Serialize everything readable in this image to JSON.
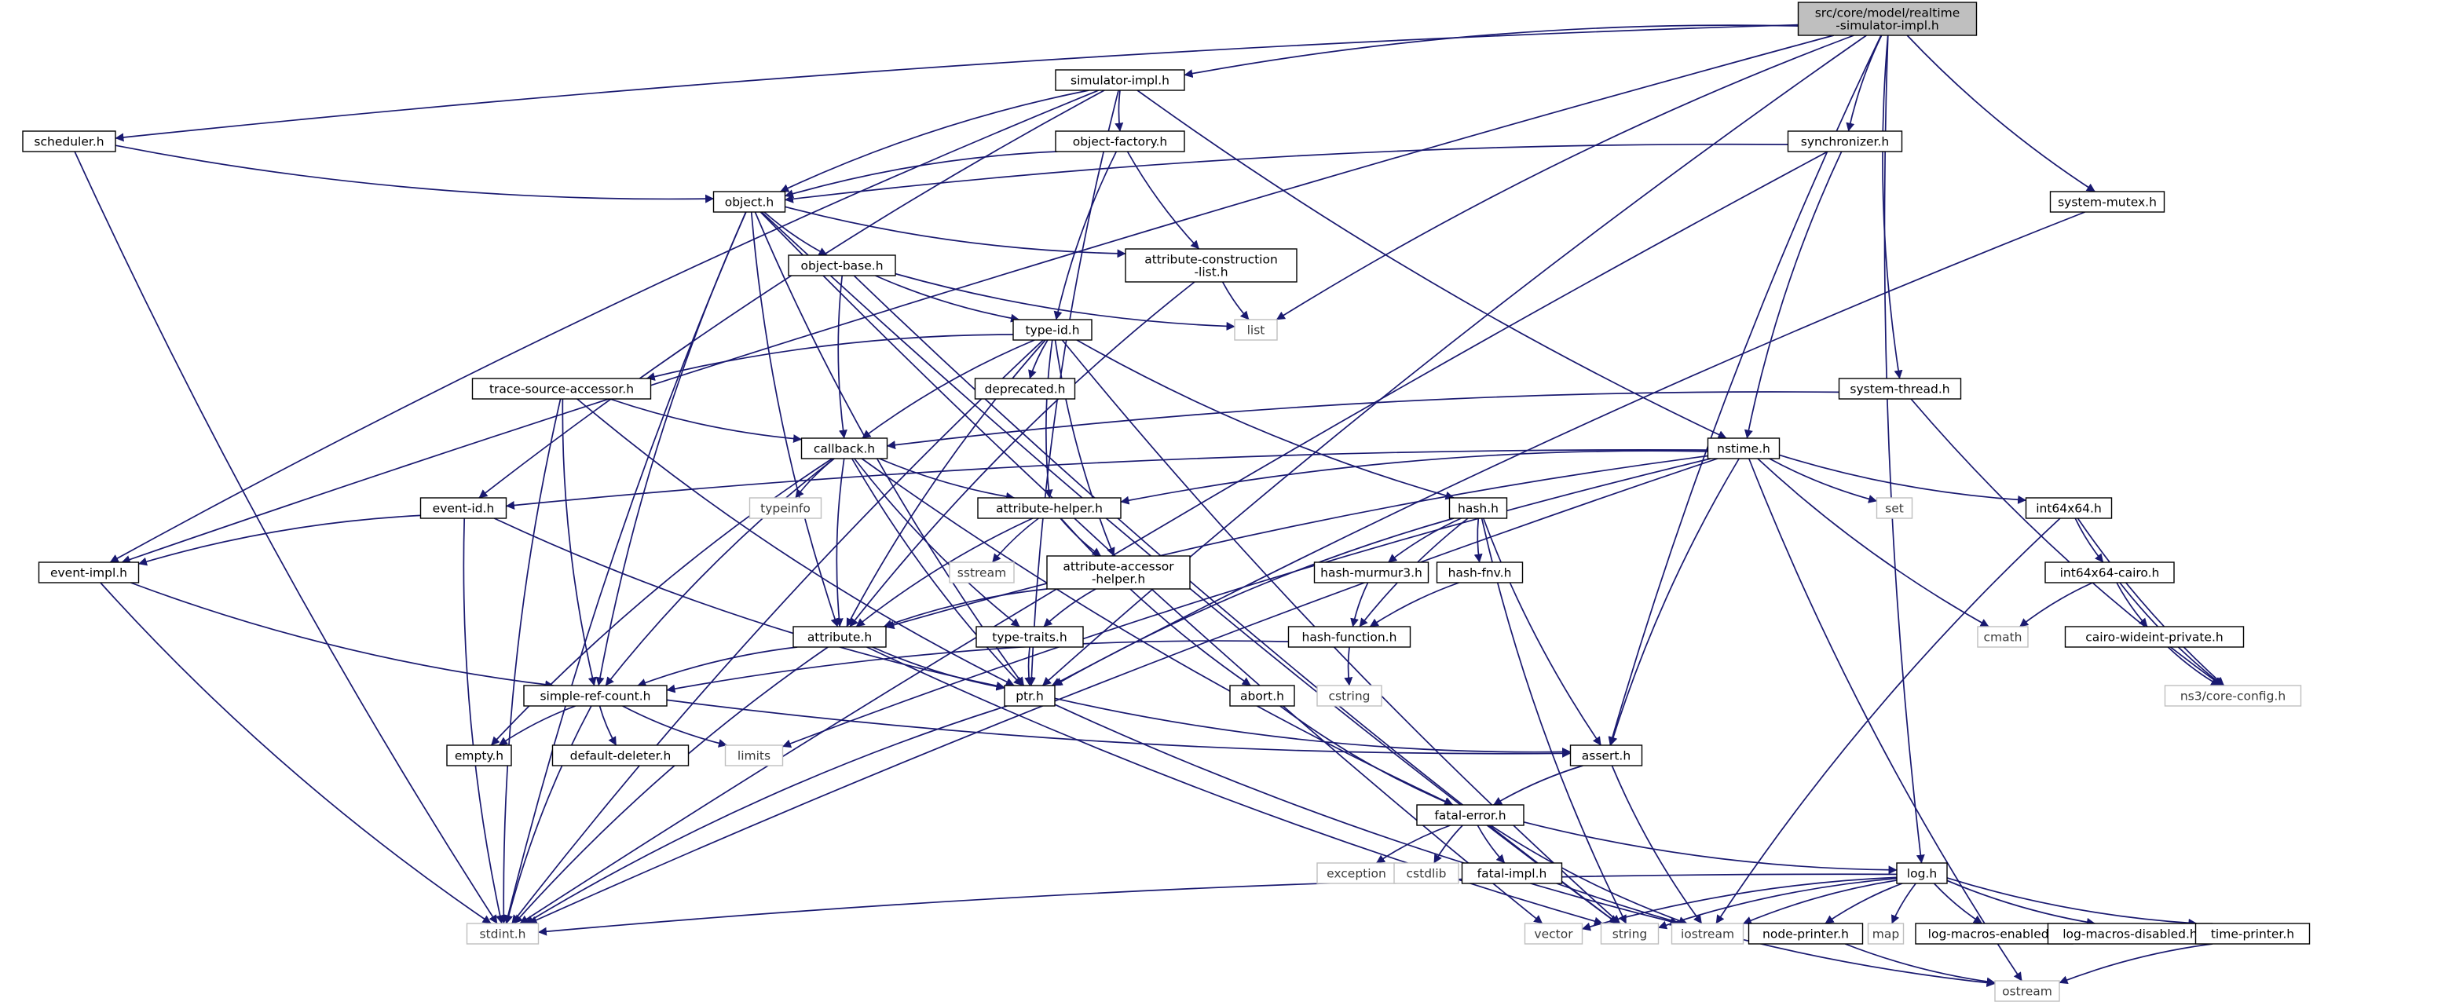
{
  "graph": {
    "edge_color": "#191970",
    "root_fill": "#bfbfbf",
    "node_fill": "#ffffff",
    "system_border": "#bfbfbf",
    "nodes": [
      {
        "id": "root",
        "lines": [
          "src/core/model/realtime",
          "-simulator-impl.h"
        ],
        "kind": "root"
      },
      {
        "id": "simulator-impl.h",
        "lines": [
          "simulator-impl.h"
        ]
      },
      {
        "id": "scheduler.h",
        "lines": [
          "scheduler.h"
        ]
      },
      {
        "id": "object-factory.h",
        "lines": [
          "object-factory.h"
        ]
      },
      {
        "id": "synchronizer.h",
        "lines": [
          "synchronizer.h"
        ]
      },
      {
        "id": "object.h",
        "lines": [
          "object.h"
        ]
      },
      {
        "id": "system-mutex.h",
        "lines": [
          "system-mutex.h"
        ]
      },
      {
        "id": "object-base.h",
        "lines": [
          "object-base.h"
        ]
      },
      {
        "id": "attribute-construction-list.h",
        "lines": [
          "attribute-construction",
          "-list.h"
        ]
      },
      {
        "id": "list",
        "lines": [
          "list"
        ],
        "kind": "system"
      },
      {
        "id": "type-id.h",
        "lines": [
          "type-id.h"
        ]
      },
      {
        "id": "trace-source-accessor.h",
        "lines": [
          "trace-source-accessor.h"
        ]
      },
      {
        "id": "deprecated.h",
        "lines": [
          "deprecated.h"
        ]
      },
      {
        "id": "system-thread.h",
        "lines": [
          "system-thread.h"
        ]
      },
      {
        "id": "callback.h",
        "lines": [
          "callback.h"
        ]
      },
      {
        "id": "nstime.h",
        "lines": [
          "nstime.h"
        ]
      },
      {
        "id": "event-id.h",
        "lines": [
          "event-id.h"
        ]
      },
      {
        "id": "typeinfo",
        "lines": [
          "typeinfo"
        ],
        "kind": "system"
      },
      {
        "id": "attribute-helper.h",
        "lines": [
          "attribute-helper.h"
        ]
      },
      {
        "id": "hash.h",
        "lines": [
          "hash.h"
        ]
      },
      {
        "id": "set",
        "lines": [
          "set"
        ],
        "kind": "system"
      },
      {
        "id": "int64x64.h",
        "lines": [
          "int64x64.h"
        ]
      },
      {
        "id": "event-impl.h",
        "lines": [
          "event-impl.h"
        ]
      },
      {
        "id": "sstream",
        "lines": [
          "sstream"
        ],
        "kind": "system"
      },
      {
        "id": "attribute-accessor-helper.h",
        "lines": [
          "attribute-accessor",
          "-helper.h"
        ]
      },
      {
        "id": "hash-murmur3.h",
        "lines": [
          "hash-murmur3.h"
        ]
      },
      {
        "id": "hash-fnv.h",
        "lines": [
          "hash-fnv.h"
        ]
      },
      {
        "id": "int64x64-cairo.h",
        "lines": [
          "int64x64-cairo.h"
        ]
      },
      {
        "id": "attribute.h",
        "lines": [
          "attribute.h"
        ]
      },
      {
        "id": "type-traits.h",
        "lines": [
          "type-traits.h"
        ]
      },
      {
        "id": "hash-function.h",
        "lines": [
          "hash-function.h"
        ]
      },
      {
        "id": "cmath",
        "lines": [
          "cmath"
        ],
        "kind": "system"
      },
      {
        "id": "cairo-wideint-private.h",
        "lines": [
          "cairo-wideint-private.h"
        ]
      },
      {
        "id": "simple-ref-count.h",
        "lines": [
          "simple-ref-count.h"
        ]
      },
      {
        "id": "ptr.h",
        "lines": [
          "ptr.h"
        ]
      },
      {
        "id": "abort.h",
        "lines": [
          "abort.h"
        ]
      },
      {
        "id": "cstring",
        "lines": [
          "cstring"
        ],
        "kind": "system"
      },
      {
        "id": "ns3/core-config.h",
        "lines": [
          "ns3/core-config.h"
        ],
        "kind": "system"
      },
      {
        "id": "empty.h",
        "lines": [
          "empty.h"
        ]
      },
      {
        "id": "default-deleter.h",
        "lines": [
          "default-deleter.h"
        ]
      },
      {
        "id": "limits",
        "lines": [
          "limits"
        ],
        "kind": "system"
      },
      {
        "id": "assert.h",
        "lines": [
          "assert.h"
        ]
      },
      {
        "id": "fatal-error.h",
        "lines": [
          "fatal-error.h"
        ]
      },
      {
        "id": "exception",
        "lines": [
          "exception"
        ],
        "kind": "system"
      },
      {
        "id": "cstdlib",
        "lines": [
          "cstdlib"
        ],
        "kind": "system"
      },
      {
        "id": "fatal-impl.h",
        "lines": [
          "fatal-impl.h"
        ]
      },
      {
        "id": "log.h",
        "lines": [
          "log.h"
        ]
      },
      {
        "id": "stdint.h",
        "lines": [
          "stdint.h"
        ],
        "kind": "system"
      },
      {
        "id": "vector",
        "lines": [
          "vector"
        ],
        "kind": "system"
      },
      {
        "id": "string",
        "lines": [
          "string"
        ],
        "kind": "system"
      },
      {
        "id": "iostream",
        "lines": [
          "iostream"
        ],
        "kind": "system"
      },
      {
        "id": "node-printer.h",
        "lines": [
          "node-printer.h"
        ]
      },
      {
        "id": "map",
        "lines": [
          "map"
        ],
        "kind": "system"
      },
      {
        "id": "log-macros-enabled.h",
        "lines": [
          "log-macros-enabled.h"
        ]
      },
      {
        "id": "log-macros-disabled.h",
        "lines": [
          "log-macros-disabled.h"
        ]
      },
      {
        "id": "time-printer.h",
        "lines": [
          "time-printer.h"
        ]
      },
      {
        "id": "ostream",
        "lines": [
          "ostream"
        ],
        "kind": "system"
      }
    ],
    "edges": [
      [
        "root",
        "simulator-impl.h"
      ],
      [
        "root",
        "scheduler.h"
      ],
      [
        "root",
        "synchronizer.h"
      ],
      [
        "root",
        "system-mutex.h"
      ],
      [
        "root",
        "system-thread.h"
      ],
      [
        "root",
        "event-impl.h"
      ],
      [
        "root",
        "list"
      ],
      [
        "root",
        "ptr.h"
      ],
      [
        "root",
        "assert.h"
      ],
      [
        "root",
        "log.h"
      ],
      [
        "simulator-impl.h",
        "object-factory.h"
      ],
      [
        "simulator-impl.h",
        "object.h"
      ],
      [
        "simulator-impl.h",
        "event-id.h"
      ],
      [
        "simulator-impl.h",
        "event-impl.h"
      ],
      [
        "simulator-impl.h",
        "nstime.h"
      ],
      [
        "simulator-impl.h",
        "ptr.h"
      ],
      [
        "scheduler.h",
        "object.h"
      ],
      [
        "scheduler.h",
        "stdint.h"
      ],
      [
        "object-factory.h",
        "object.h"
      ],
      [
        "object-factory.h",
        "attribute-construction-list.h"
      ],
      [
        "object-factory.h",
        "type-id.h"
      ],
      [
        "synchronizer.h",
        "object.h"
      ],
      [
        "synchronizer.h",
        "nstime.h"
      ],
      [
        "synchronizer.h",
        "stdint.h"
      ],
      [
        "system-mutex.h",
        "ptr.h"
      ],
      [
        "object.h",
        "object-base.h"
      ],
      [
        "object.h",
        "attribute-construction-list.h"
      ],
      [
        "object.h",
        "attribute.h"
      ],
      [
        "object.h",
        "ptr.h"
      ],
      [
        "object.h",
        "simple-ref-count.h"
      ],
      [
        "object.h",
        "stdint.h"
      ],
      [
        "object.h",
        "string"
      ],
      [
        "object.h",
        "vector"
      ],
      [
        "object-base.h",
        "type-id.h"
      ],
      [
        "object-base.h",
        "callback.h"
      ],
      [
        "object-base.h",
        "list"
      ],
      [
        "object-base.h",
        "string"
      ],
      [
        "attribute-construction-list.h",
        "attribute.h"
      ],
      [
        "attribute-construction-list.h",
        "list"
      ],
      [
        "type-id.h",
        "trace-source-accessor.h"
      ],
      [
        "type-id.h",
        "deprecated.h"
      ],
      [
        "type-id.h",
        "callback.h"
      ],
      [
        "type-id.h",
        "attribute-helper.h"
      ],
      [
        "type-id.h",
        "attribute-accessor-helper.h"
      ],
      [
        "type-id.h",
        "attribute.h"
      ],
      [
        "type-id.h",
        "hash.h"
      ],
      [
        "type-id.h",
        "stdint.h"
      ],
      [
        "type-id.h",
        "string"
      ],
      [
        "trace-source-accessor.h",
        "callback.h"
      ],
      [
        "trace-source-accessor.h",
        "ptr.h"
      ],
      [
        "trace-source-accessor.h",
        "simple-ref-count.h"
      ],
      [
        "trace-source-accessor.h",
        "stdint.h"
      ],
      [
        "system-thread.h",
        "callback.h"
      ],
      [
        "system-thread.h",
        "ns3/core-config.h"
      ],
      [
        "callback.h",
        "typeinfo"
      ],
      [
        "callback.h",
        "attribute-helper.h"
      ],
      [
        "callback.h",
        "attribute.h"
      ],
      [
        "callback.h",
        "ptr.h"
      ],
      [
        "callback.h",
        "simple-ref-count.h"
      ],
      [
        "callback.h",
        "type-traits.h"
      ],
      [
        "callback.h",
        "empty.h"
      ],
      [
        "callback.h",
        "fatal-error.h"
      ],
      [
        "nstime.h",
        "event-id.h"
      ],
      [
        "nstime.h",
        "attribute-helper.h"
      ],
      [
        "nstime.h",
        "attribute.h"
      ],
      [
        "nstime.h",
        "set"
      ],
      [
        "nstime.h",
        "int64x64.h"
      ],
      [
        "nstime.h",
        "cmath"
      ],
      [
        "nstime.h",
        "assert.h"
      ],
      [
        "nstime.h",
        "limits"
      ],
      [
        "nstime.h",
        "stdint.h"
      ],
      [
        "nstime.h",
        "ostream"
      ],
      [
        "event-id.h",
        "event-impl.h"
      ],
      [
        "event-id.h",
        "ptr.h"
      ],
      [
        "event-id.h",
        "stdint.h"
      ],
      [
        "event-impl.h",
        "simple-ref-count.h"
      ],
      [
        "event-impl.h",
        "stdint.h"
      ],
      [
        "attribute-helper.h",
        "sstream"
      ],
      [
        "attribute-helper.h",
        "attribute-accessor-helper.h"
      ],
      [
        "attribute-helper.h",
        "attribute.h"
      ],
      [
        "attribute-helper.h",
        "abort.h"
      ],
      [
        "attribute-accessor-helper.h",
        "attribute.h"
      ],
      [
        "attribute-accessor-helper.h",
        "type-traits.h"
      ],
      [
        "hash.h",
        "hash-murmur3.h"
      ],
      [
        "hash.h",
        "hash-fnv.h"
      ],
      [
        "hash.h",
        "hash-function.h"
      ],
      [
        "hash.h",
        "ptr.h"
      ],
      [
        "hash.h",
        "assert.h"
      ],
      [
        "hash.h",
        "string"
      ],
      [
        "hash-murmur3.h",
        "hash-function.h"
      ],
      [
        "hash-fnv.h",
        "hash-function.h"
      ],
      [
        "hash-function.h",
        "simple-ref-count.h"
      ],
      [
        "hash-function.h",
        "cstring"
      ],
      [
        "int64x64.h",
        "int64x64-cairo.h"
      ],
      [
        "int64x64.h",
        "ns3/core-config.h"
      ],
      [
        "int64x64.h",
        "iostream"
      ],
      [
        "int64x64-cairo.h",
        "cairo-wideint-private.h"
      ],
      [
        "int64x64-cairo.h",
        "cmath"
      ],
      [
        "int64x64-cairo.h",
        "ns3/core-config.h"
      ],
      [
        "cairo-wideint-private.h",
        "ns3/core-config.h"
      ],
      [
        "attribute.h",
        "simple-ref-count.h"
      ],
      [
        "attribute.h",
        "ptr.h"
      ],
      [
        "attribute.h",
        "stdint.h"
      ],
      [
        "attribute.h",
        "string"
      ],
      [
        "type-traits.h",
        "ptr.h"
      ],
      [
        "simple-ref-count.h",
        "empty.h"
      ],
      [
        "simple-ref-count.h",
        "default-deleter.h"
      ],
      [
        "simple-ref-count.h",
        "limits"
      ],
      [
        "simple-ref-count.h",
        "assert.h"
      ],
      [
        "simple-ref-count.h",
        "stdint.h"
      ],
      [
        "ptr.h",
        "assert.h"
      ],
      [
        "ptr.h",
        "iostream"
      ],
      [
        "ptr.h",
        "stdint.h"
      ],
      [
        "abort.h",
        "fatal-error.h"
      ],
      [
        "assert.h",
        "fatal-error.h"
      ],
      [
        "assert.h",
        "iostream"
      ],
      [
        "fatal-error.h",
        "exception"
      ],
      [
        "fatal-error.h",
        "cstdlib"
      ],
      [
        "fatal-error.h",
        "fatal-impl.h"
      ],
      [
        "fatal-error.h",
        "log.h"
      ],
      [
        "fatal-error.h",
        "iostream"
      ],
      [
        "fatal-impl.h",
        "ostream"
      ],
      [
        "log.h",
        "stdint.h"
      ],
      [
        "log.h",
        "vector"
      ],
      [
        "log.h",
        "string"
      ],
      [
        "log.h",
        "iostream"
      ],
      [
        "log.h",
        "node-printer.h"
      ],
      [
        "log.h",
        "map"
      ],
      [
        "log.h",
        "log-macros-enabled.h"
      ],
      [
        "log.h",
        "log-macros-disabled.h"
      ],
      [
        "log.h",
        "time-printer.h"
      ],
      [
        "node-printer.h",
        "ostream"
      ],
      [
        "time-printer.h",
        "ostream"
      ]
    ]
  }
}
